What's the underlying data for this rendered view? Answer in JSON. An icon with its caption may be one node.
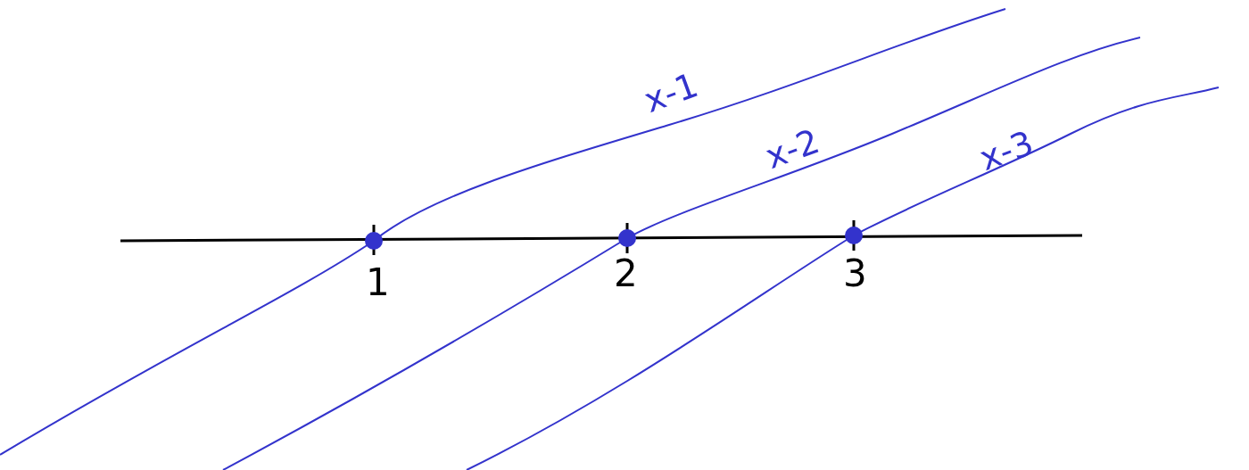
{
  "diagram": {
    "labels": [
      "x-1",
      "x-2",
      "x-3",
      "1",
      "2",
      "3"
    ]
  }
}
